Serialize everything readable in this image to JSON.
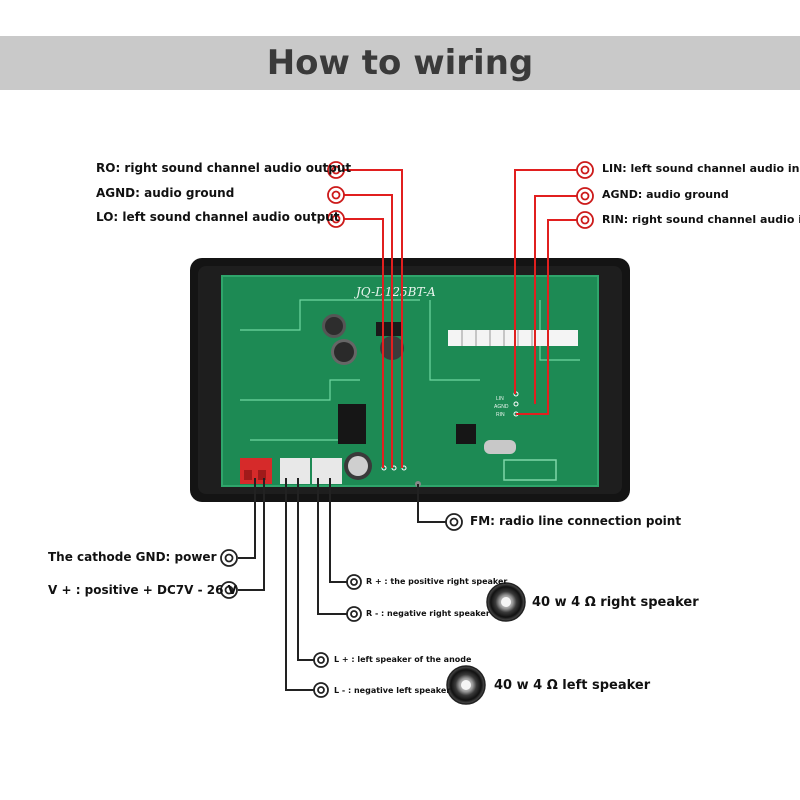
{
  "title": "How to wiring",
  "board_label": "JQ-D125BT-A",
  "colors": {
    "wire_red": "#e11f1f",
    "wire_dark": "#222222",
    "pcb_green": "#1d8a54",
    "title_bg": "#c9c9c9"
  },
  "labels": {
    "ro": "RO: right sound channel audio output",
    "agnd_left": "AGND: audio ground",
    "lo": "LO: left sound channel audio output",
    "lin": "LIN: left sound channel audio input",
    "agnd_right": "AGND: audio ground",
    "rin": "RIN: right sound channel audio input",
    "fm": "FM: radio line connection point",
    "gnd": "The cathode GND: power",
    "vplus": "V + : positive + DC7V - 26 V",
    "r_plus": "R + : the positive right speaker",
    "r_minus": "R - : negative right speaker",
    "l_plus": "L + : left speaker of the anode",
    "l_minus": "L - : negative left speaker",
    "right_speaker": "40 w 4 Ω right speaker",
    "left_speaker": "40 w 4 Ω left speaker"
  },
  "pcb_marks": {
    "lin": "LIN",
    "agnd": "AGND",
    "rin": "RIN"
  },
  "icons": [
    "connection-point-icon",
    "speaker-icon"
  ]
}
